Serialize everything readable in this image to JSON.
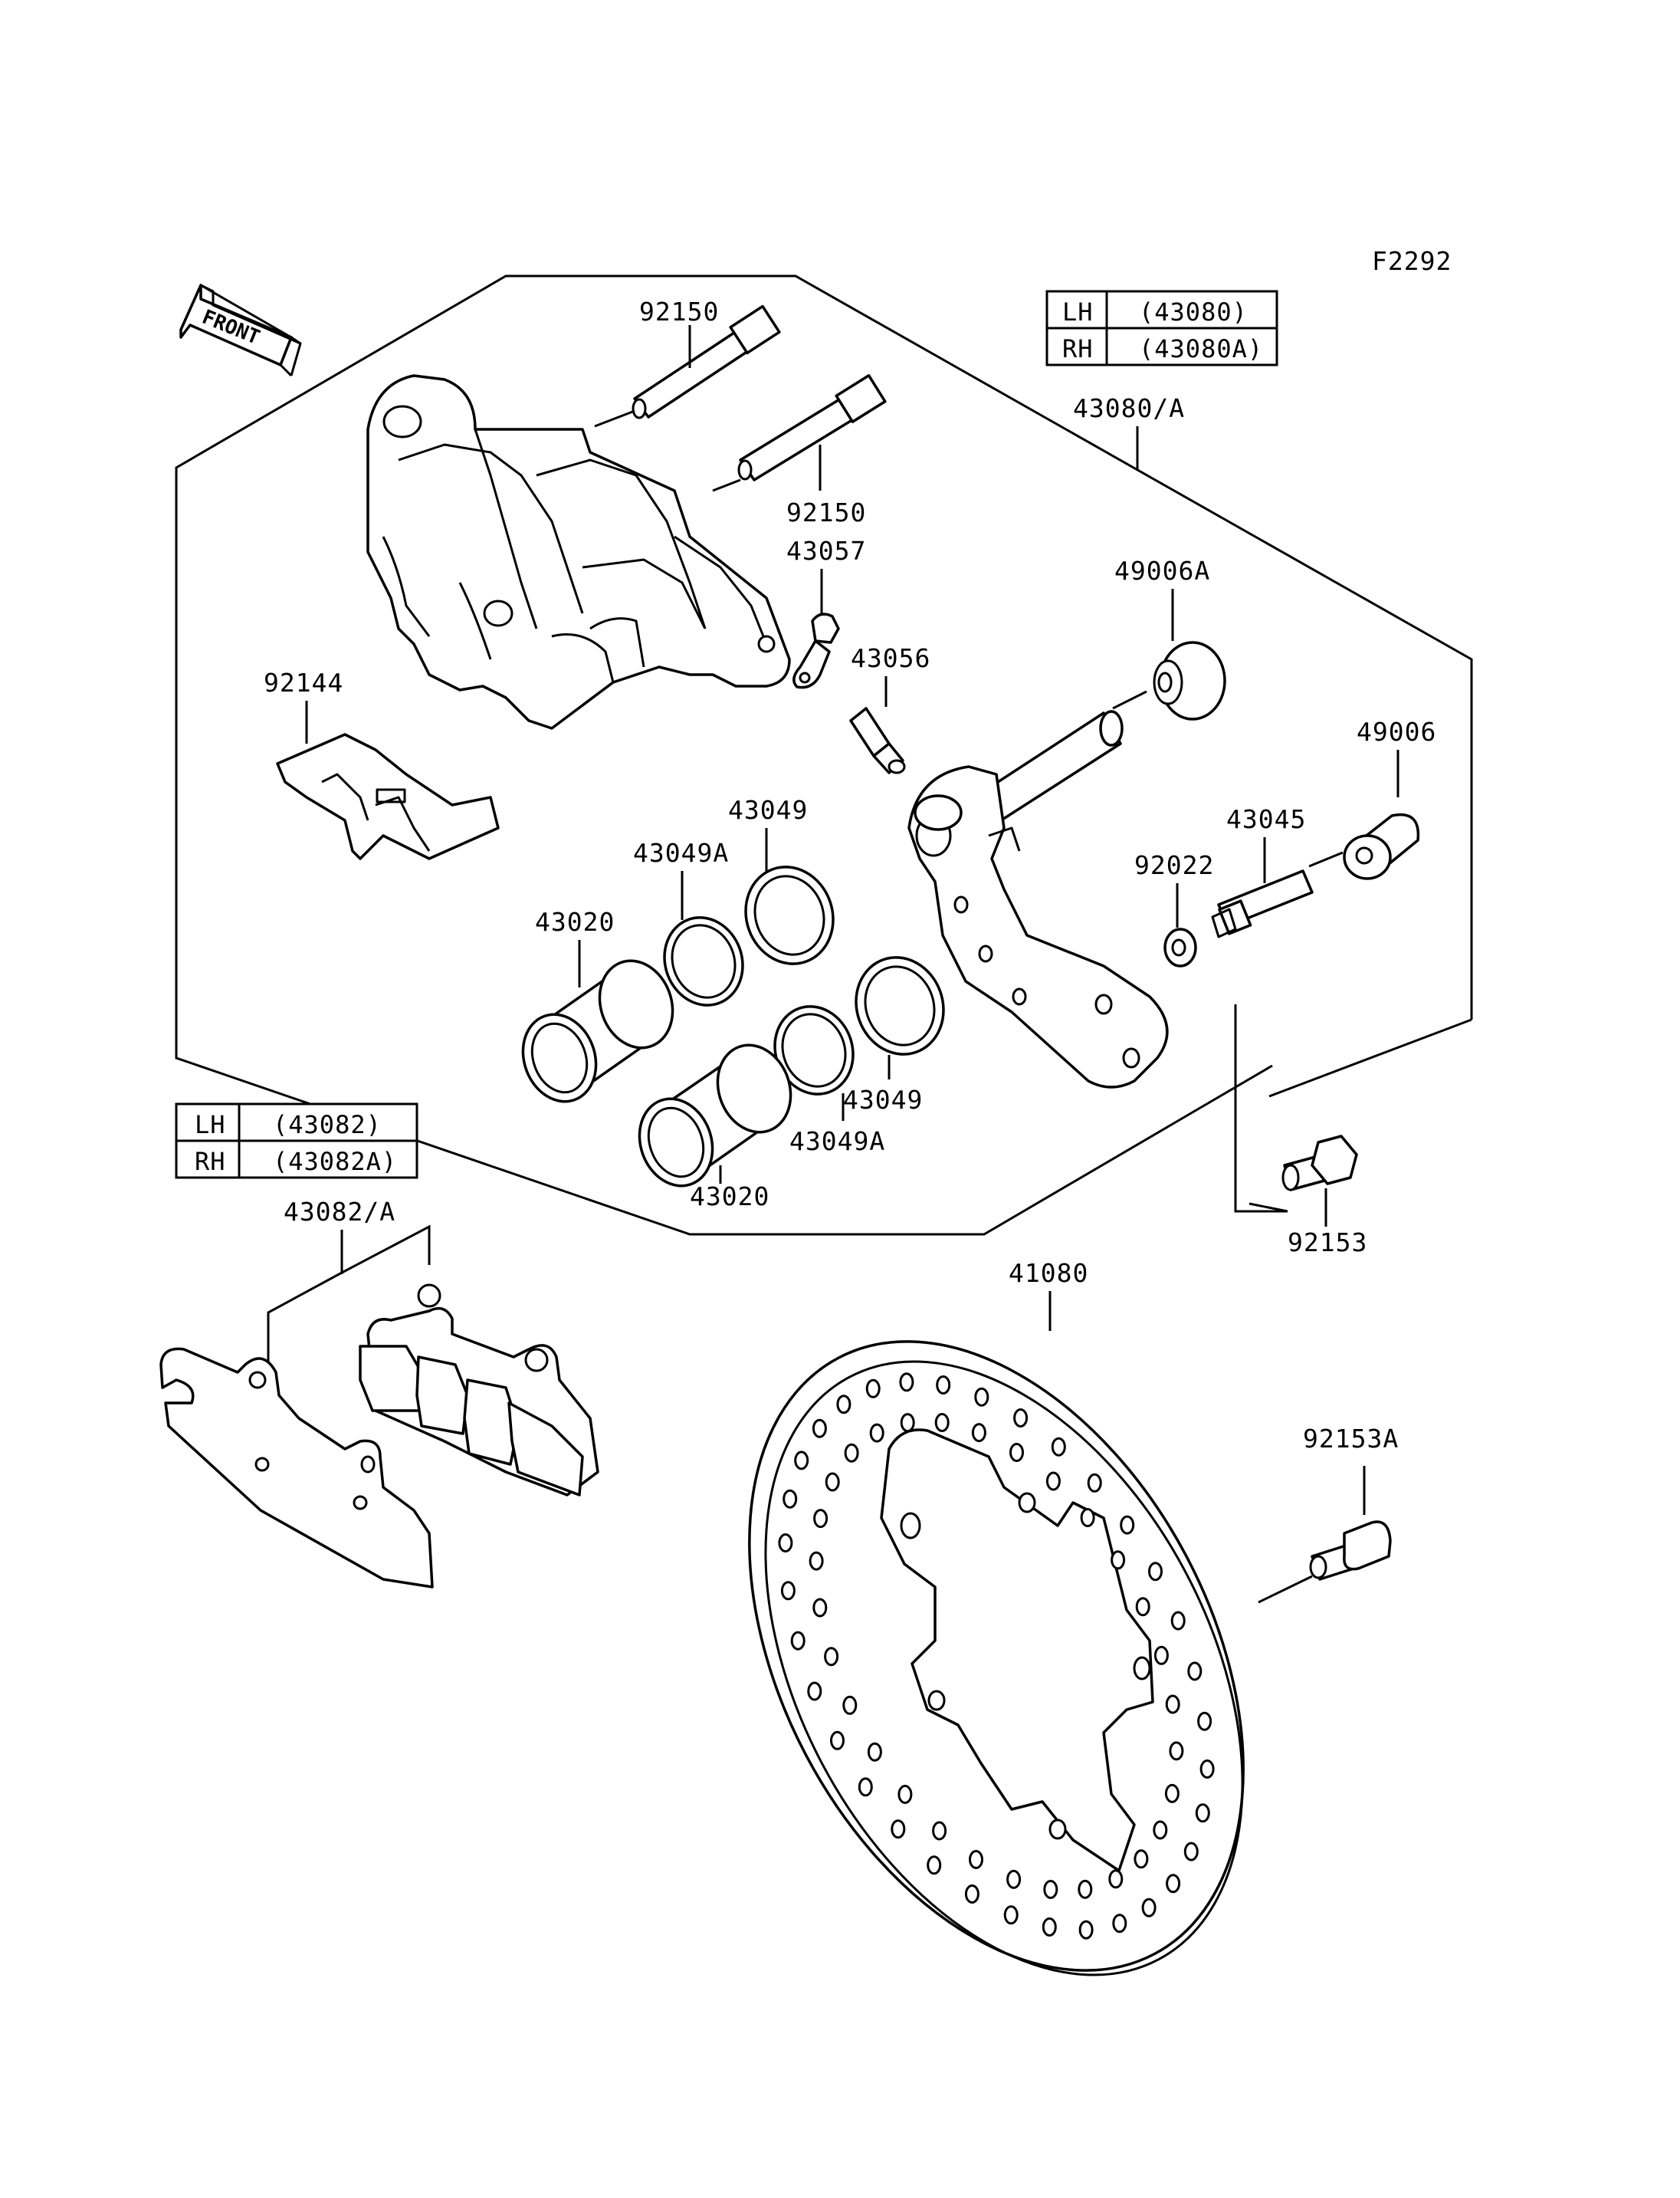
{
  "figure_code": "F2292",
  "front_label": "FRONT",
  "table_caliper": {
    "rows": [
      {
        "side": "LH",
        "part": "(43080)"
      },
      {
        "side": "RH",
        "part": "(43080A)"
      }
    ]
  },
  "table_pads": {
    "rows": [
      {
        "side": "LH",
        "part": "(43082)"
      },
      {
        "side": "RH",
        "part": "(43082A)"
      }
    ]
  },
  "parts": {
    "p92150_top": "92150",
    "p92150_bottom": "92150",
    "p43080": "43080/A",
    "p43057": "43057",
    "p43056": "43056",
    "p49006A": "49006A",
    "p92144": "92144",
    "p49006": "49006",
    "p43049_top": "43049",
    "p43045": "43045",
    "p43049A_top": "43049A",
    "p92022": "92022",
    "p43020_top": "43020",
    "p43049_bottom": "43049",
    "p43049A_bottom": "43049A",
    "p43020_bottom": "43020",
    "p43082": "43082/A",
    "p92153": "92153",
    "p41080": "41080",
    "p92153A": "92153A"
  }
}
